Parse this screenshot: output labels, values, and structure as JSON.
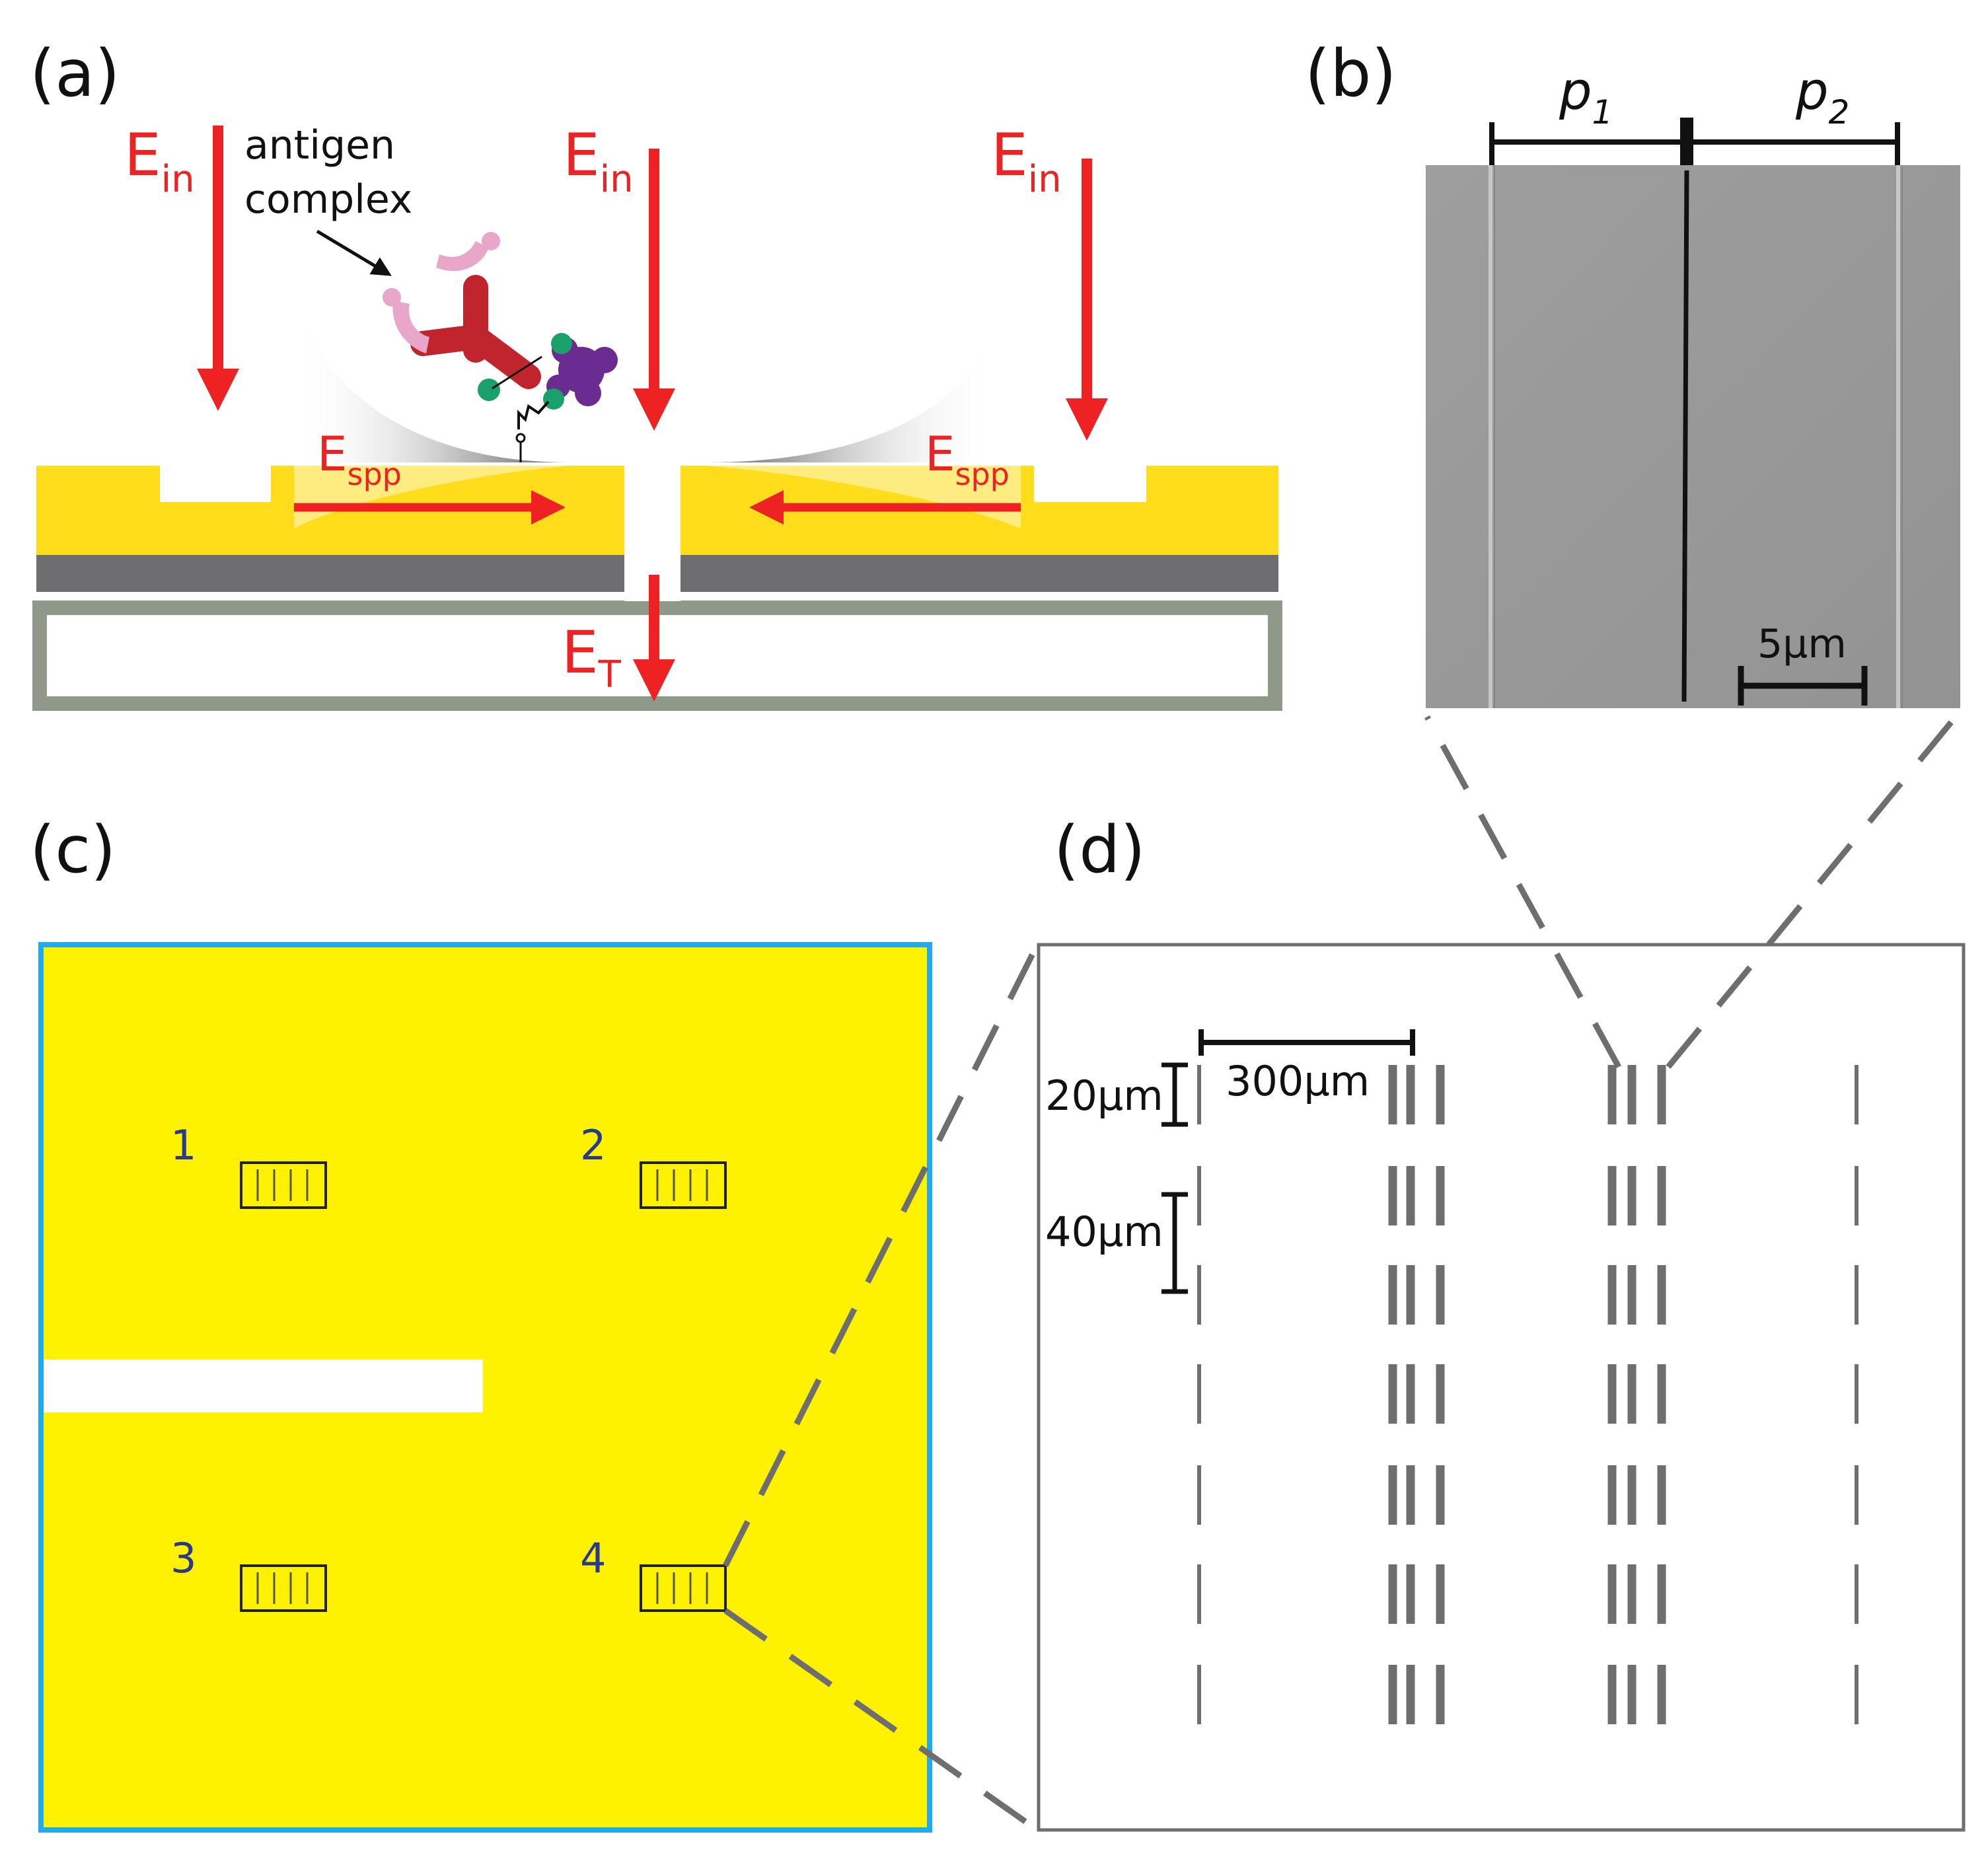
{
  "panels": {
    "a": {
      "label": "(a)",
      "antigen_line1": "antigen",
      "antigen_line2": "complex",
      "E": "E",
      "E_in_sub": "in",
      "E_spp_sub": "spp",
      "E_T_sub": "T"
    },
    "b": {
      "label": "(b)",
      "p": "p",
      "p1_sub": "1",
      "p2_sub": "2",
      "scale": "5μm"
    },
    "c": {
      "label": "(c)",
      "sensors": [
        "1",
        "2",
        "3",
        "4"
      ]
    },
    "d": {
      "label": "(d)",
      "scale_300": "300μm",
      "scale_20": "20μm",
      "scale_40": "40μm"
    }
  },
  "colors": {
    "arrow_red": "#ee2222",
    "gold": "#ffdd1a",
    "chip_yellow": "#fff200",
    "chip_border": "#22aaee",
    "dark_gray": "#6e6e70",
    "sem_gray": "#999999",
    "number_blue": "#2a3a8a"
  }
}
